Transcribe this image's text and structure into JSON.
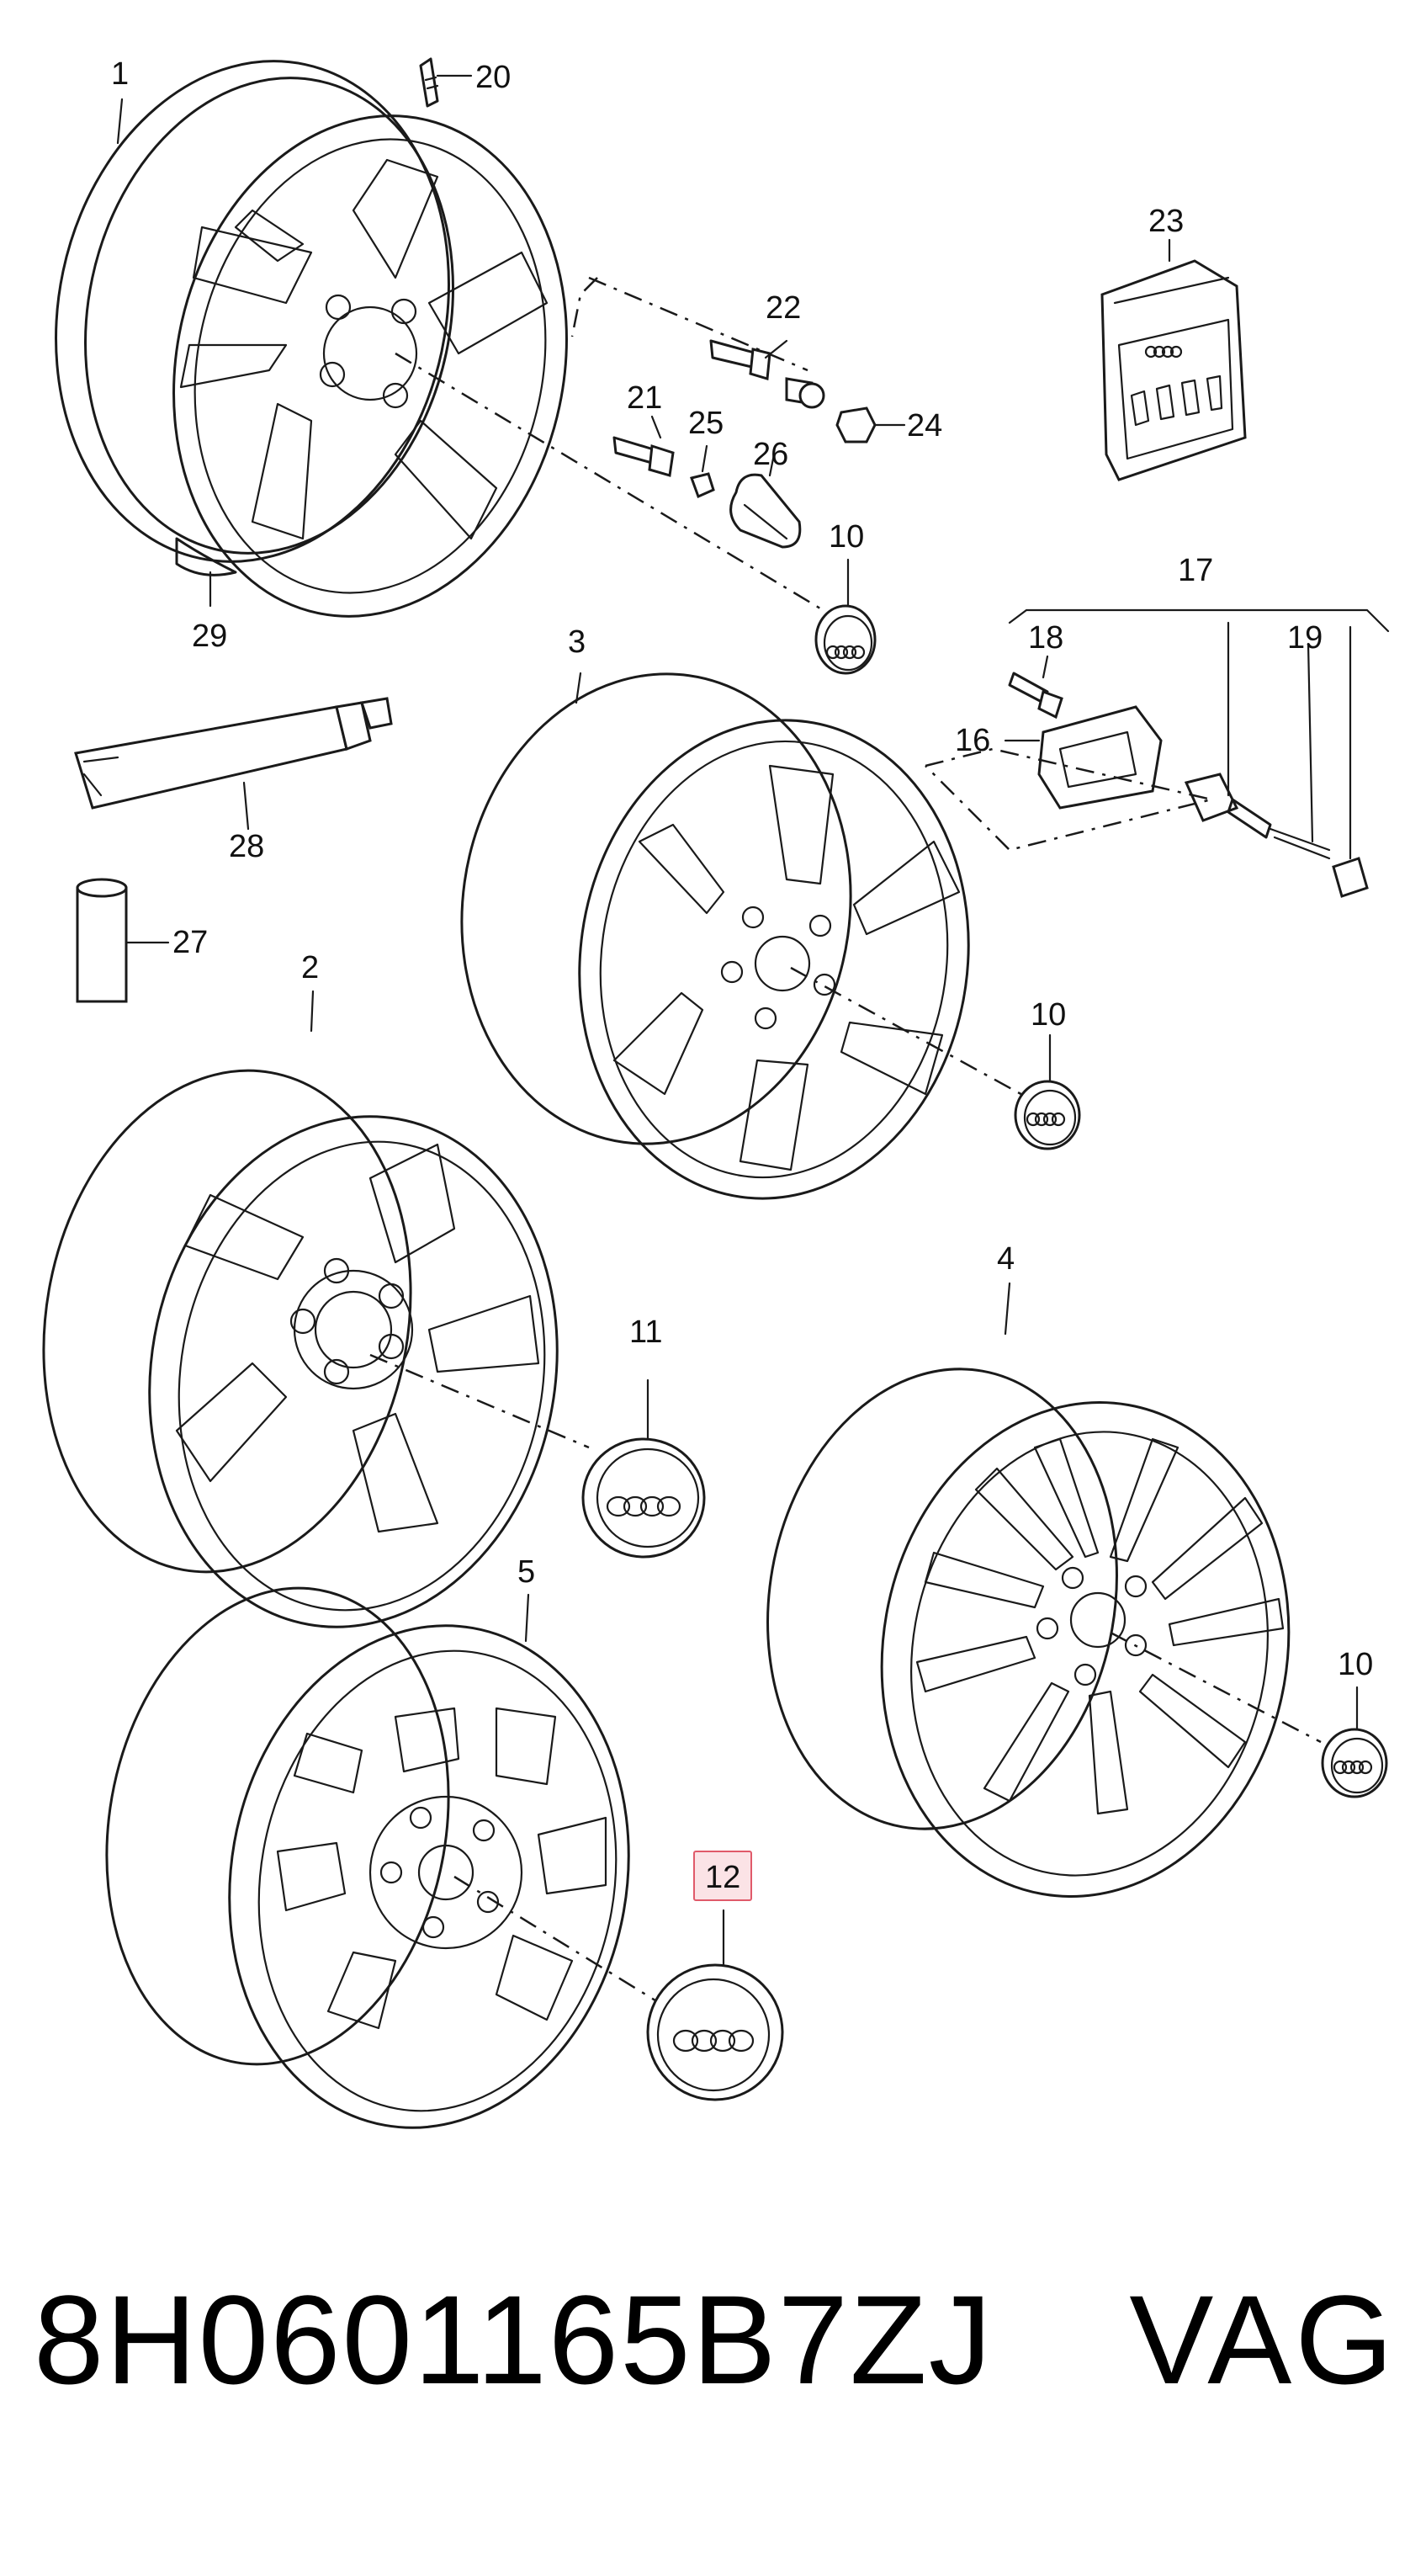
{
  "callouts": {
    "c1": "1",
    "c2": "2",
    "c3": "3",
    "c4": "4",
    "c5": "5",
    "c10a": "10",
    "c10b": "10",
    "c10c": "10",
    "c11": "11",
    "c12": "12",
    "c16": "16",
    "c17": "17",
    "c18": "18",
    "c19": "19",
    "c20": "20",
    "c21": "21",
    "c22": "22",
    "c23": "23",
    "c24": "24",
    "c25": "25",
    "c26": "26",
    "c27": "27",
    "c28": "28",
    "c29": "29"
  },
  "highlight_color": "#e05a6a",
  "highlight_fill": "#fbe3e6",
  "footer": {
    "part_number": "8H0601165B7ZJ",
    "brand": "VAG"
  }
}
